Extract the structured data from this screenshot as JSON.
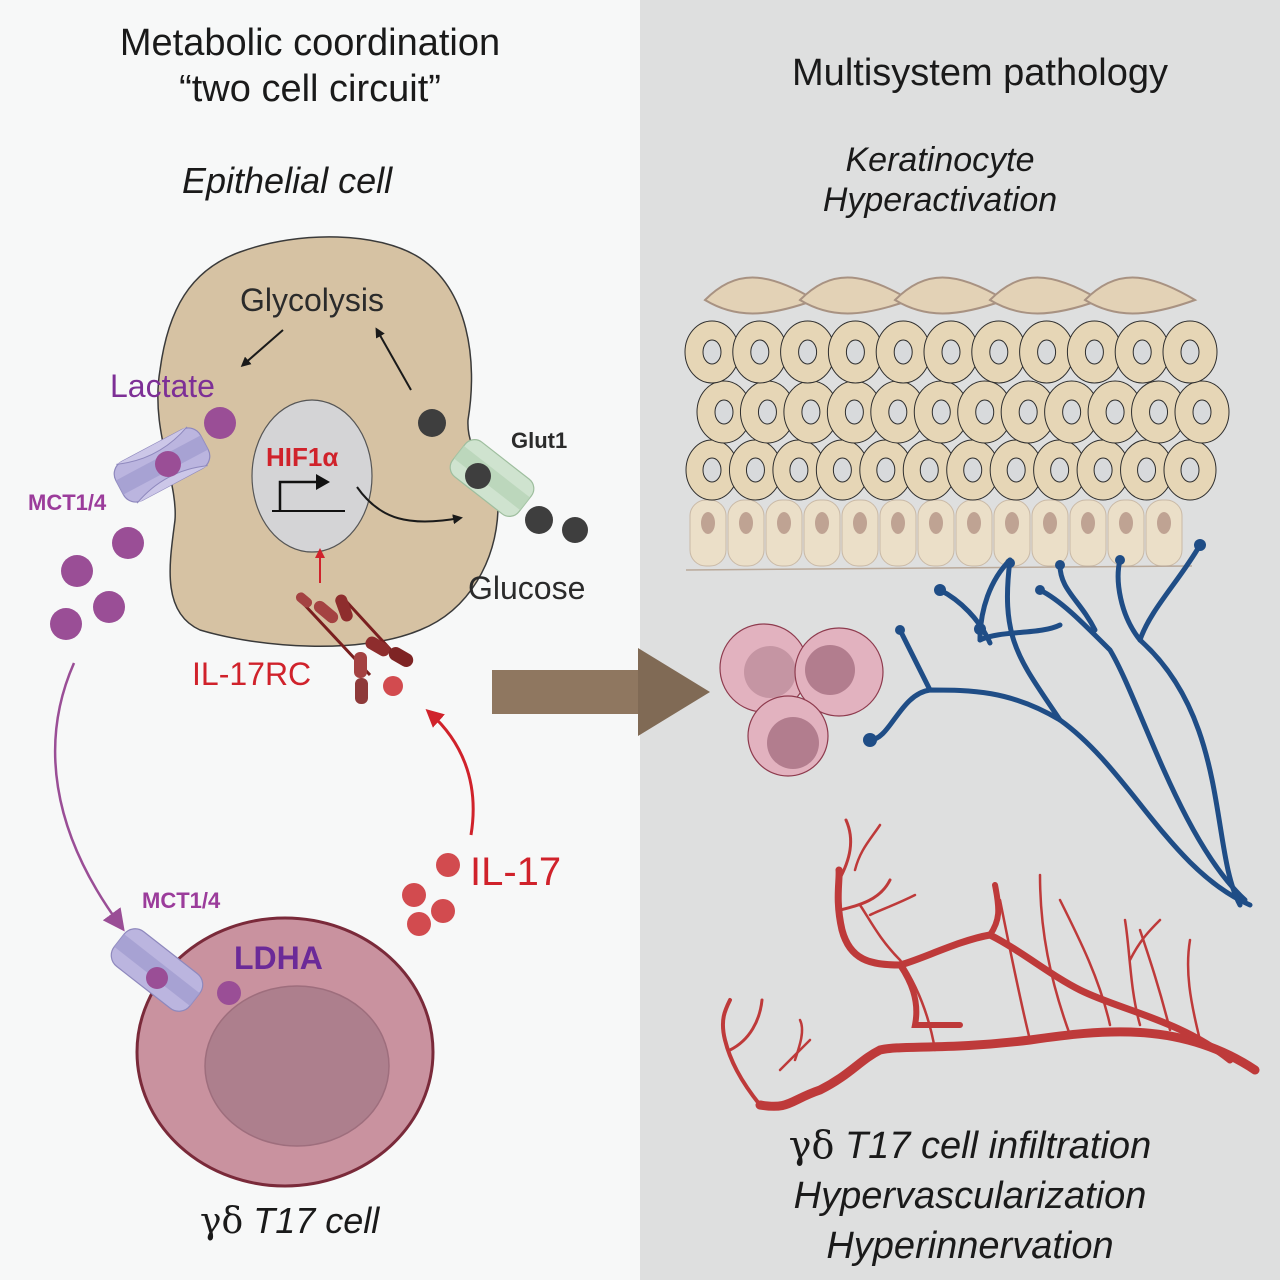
{
  "left_panel": {
    "title_line1": "Metabolic coordination",
    "title_line2": "“two cell circuit”",
    "epithelial_label": "Epithelial cell",
    "glycolysis_label": "Glycolysis",
    "lactate_label": "Lactate",
    "mct_top_label": "MCT1/4",
    "hif_label": "HIF1α",
    "glut1_label": "Glut1",
    "glucose_label": "Glucose",
    "il17rc_label": "IL-17RC",
    "il17_label": "IL-17",
    "mct_bottom_label": "MCT1/4",
    "ldha_label": "LDHA",
    "tcell_label_greek": "γδ",
    "tcell_label": "T17 cell"
  },
  "right_panel": {
    "title": "Multisystem pathology",
    "keratinocyte_line1": "Keratinocyte",
    "keratinocyte_line2": "Hyperactivation",
    "outcome_greek": "γδ",
    "outcome_line1": "T17 cell infiltration",
    "outcome_line2": "Hypervascularization",
    "outcome_line3": "Hyperinnervation"
  },
  "colors": {
    "epithelial_fill": "#d6c2a3",
    "nucleus_fill": "#d4d4d6",
    "lactate": "#9a4e96",
    "glucose": "#3e3e3e",
    "mct_transporter": "#b9b3dc",
    "glut1_transporter": "#c9dfc9",
    "il17": "#d24b4f",
    "receptor": "#8e2d2d",
    "tcell_fill": "#c9929f",
    "tcell_nucleus": "#ad7f8d",
    "transition_arrow": "#8f7760",
    "nerve": "#1f4d86",
    "vessel": "#be3a3a",
    "keratinocyte": "#e6d6b6"
  }
}
